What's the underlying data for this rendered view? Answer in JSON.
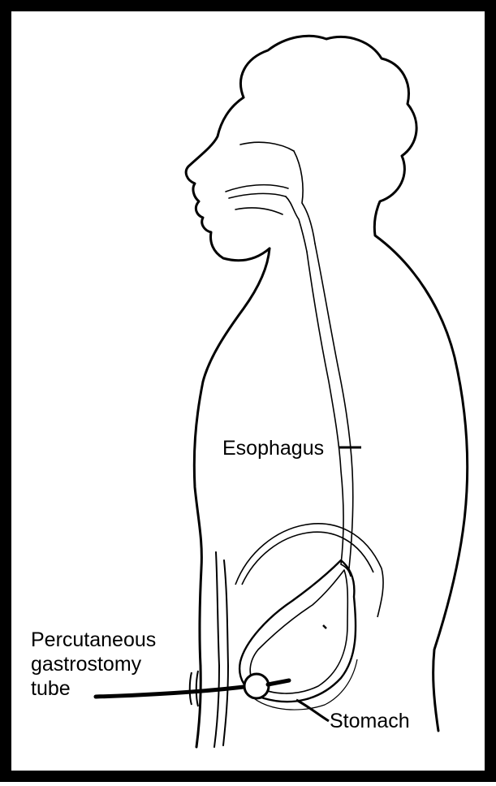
{
  "labels": {
    "esophagus": "Esophagus",
    "tube_line1": "Percutaneous",
    "tube_line2": "gastrostomy",
    "tube_line3": "tube",
    "stomach": "Stomach"
  },
  "colors": {
    "ink": "#000000",
    "background": "#ffffff"
  }
}
